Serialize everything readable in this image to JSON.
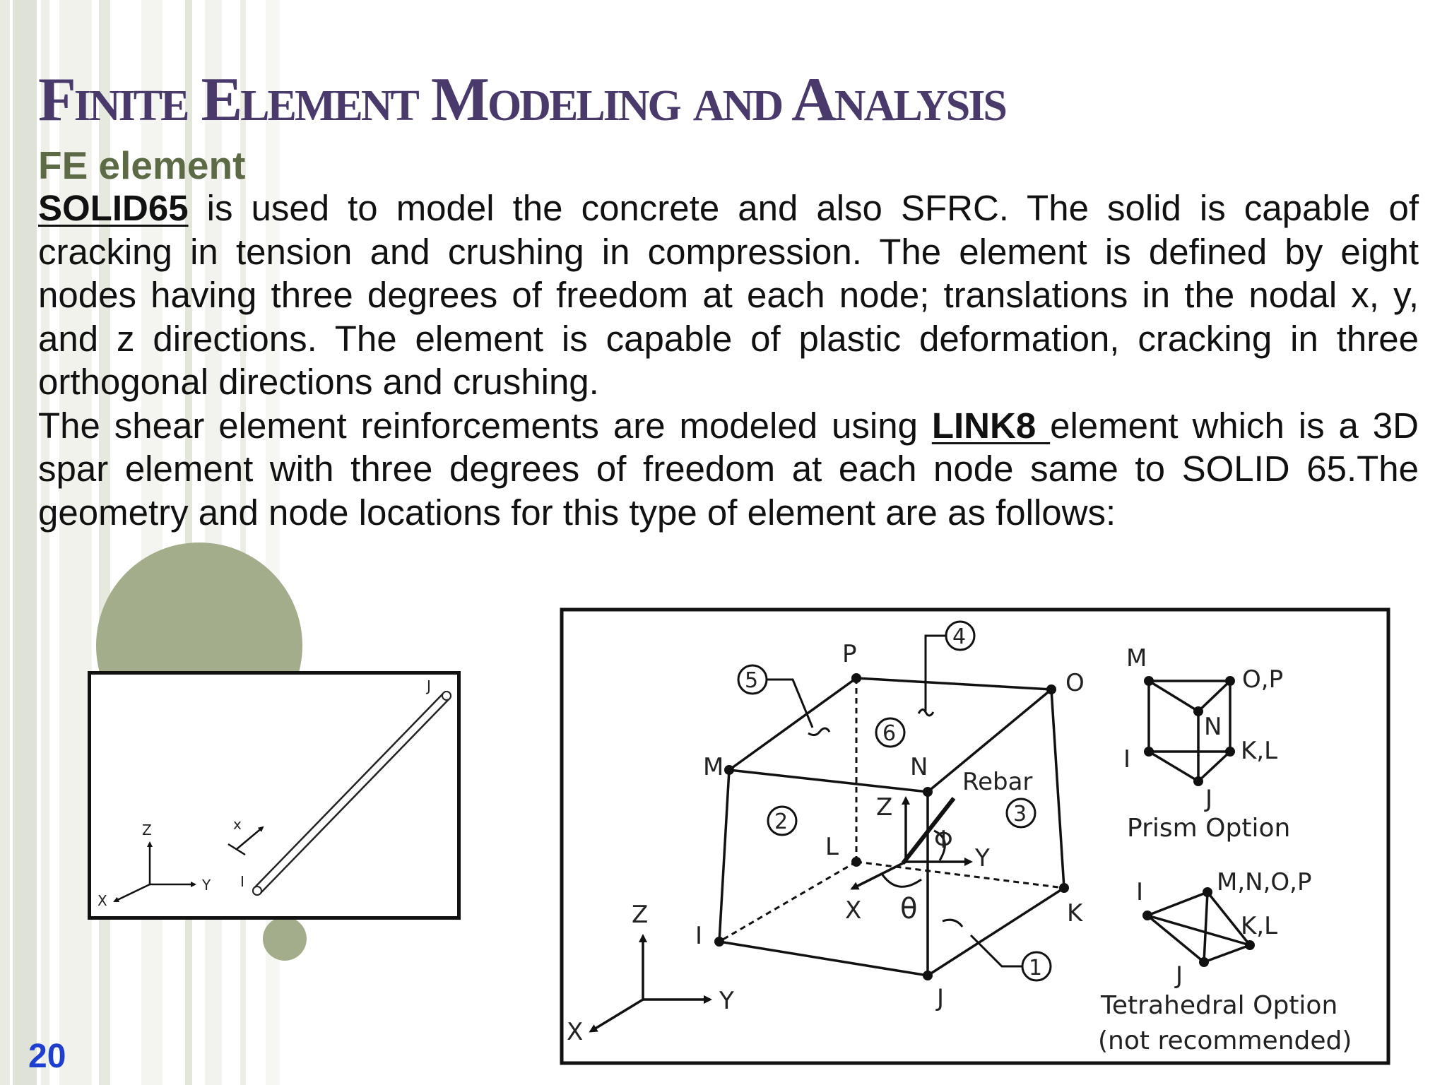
{
  "slide": {
    "title": "Finite Element Modeling and Analysis",
    "subtitle": "FE element",
    "page_number": "20"
  },
  "paragraph1": {
    "keyword": "SOLID65",
    "text": " is used to model the concrete and also SFRC. The solid is capable of cracking in tension and crushing in compression. The element is defined by eight nodes having three degrees of freedom at each node; translations in the nodal x, y, and z directions. The element is capable of plastic deformation, cracking in three orthogonal directions and crushing."
  },
  "paragraph2": {
    "text_before": "The shear element reinforcements are modeled using ",
    "keyword": "LINK8 ",
    "text_after": "element which is a 3D spar element with three degrees of freedom at each node same to SOLID 65.The geometry and node locations for this type of element are as follows:"
  },
  "figure_link8": {
    "node_i": "I",
    "node_j": "J",
    "axis_x": "X",
    "axis_y": "Y",
    "axis_z": "Z",
    "local_x": "x"
  },
  "figure_solid65": {
    "nodes": {
      "I": "I",
      "J": "J",
      "K": "K",
      "L": "L",
      "M": "M",
      "N": "N",
      "O": "O",
      "P": "P"
    },
    "faces": [
      "1",
      "2",
      "3",
      "4",
      "5",
      "6"
    ],
    "rebar_label": "Rebar",
    "local_z": "Z",
    "local_x": "X",
    "local_y": "Y",
    "theta": "θ",
    "phi": "Φ",
    "axis_x": "X",
    "axis_y": "Y",
    "axis_z": "Z",
    "prism": {
      "node_m": "M",
      "node_op": "O,P",
      "node_n": "N",
      "node_i": "I",
      "node_kl": "K,L",
      "node_j": "J",
      "caption": "Prism Option"
    },
    "tetra": {
      "node_i": "I",
      "node_mnop": "M,N,O,P",
      "node_kl": "K,L",
      "node_j": "J",
      "caption_line1": "Tetrahedral Option",
      "caption_line2": "(not recommended)"
    }
  }
}
